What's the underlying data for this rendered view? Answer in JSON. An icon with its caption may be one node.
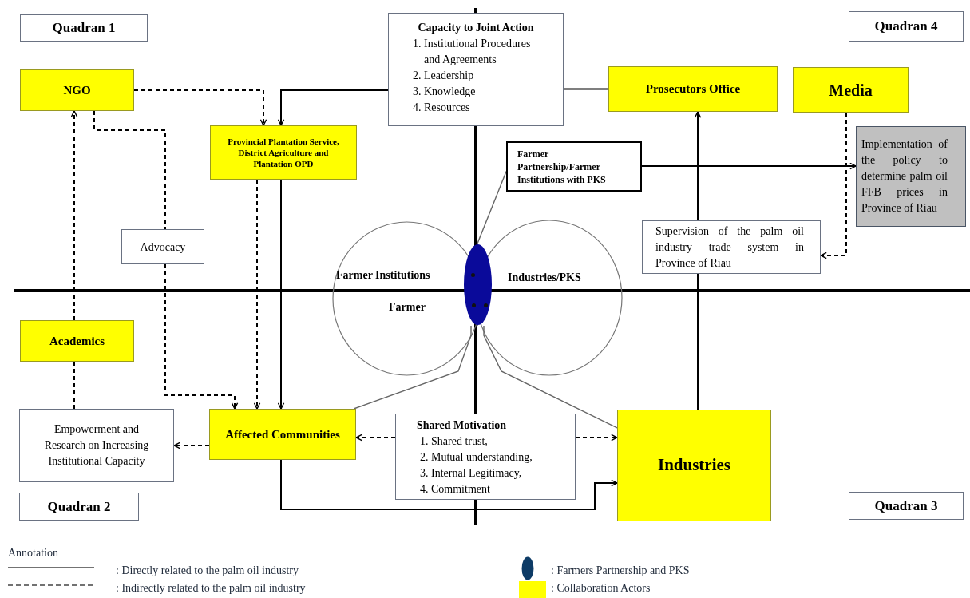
{
  "diagram": {
    "nodes": [
      {
        "text": [
          "Quadran 1"
        ]
      },
      {
        "text": [
          "Capacity to Joint Action",
          "1. Institutional Procedures and Agreements",
          "2. Leadership",
          "3. Knowledge",
          "4. Resources"
        ]
      },
      {
        "text": [
          "Quadran 4"
        ]
      },
      {
        "text": [
          "NGO"
        ]
      },
      {
        "text": [
          "Prosecutors Office"
        ]
      },
      {
        "text": [
          "Media"
        ]
      },
      {
        "text": [
          "Provincial Plantation Service, District Agriculture and Plantation OPD"
        ]
      },
      {
        "text": [
          "Farmer Partnership/Farmer Institutions with PKS"
        ]
      },
      {
        "text": [
          "Implementation of the policy to determine palm oil FFB prices in Province of Riau"
        ]
      },
      {
        "text": [
          "Advocacy"
        ]
      },
      {
        "text": [
          "Supervision of the palm oil industry trade system in Province of Riau"
        ]
      },
      {
        "text": [],
        "shape": "ellipse"
      },
      {
        "text": [
          "Academics"
        ]
      },
      {
        "text": [
          "Empowerment and Research on Increasing Institutional Capacity"
        ]
      },
      {
        "text": [
          "Affected Communities"
        ]
      },
      {
        "text": [
          "Shared Motivation",
          "1. Shared trust,",
          "2. Mutual understanding,",
          "3. Internal Legitimacy,",
          "4. Commitment"
        ]
      },
      {
        "text": [
          "Industries"
        ]
      },
      {
        "text": [
          "Quadran 2"
        ]
      },
      {
        "text": [
          "Quadran 3"
        ]
      }
    ],
    "edges": [
      {
        "from": 1,
        "to": 6,
        "arrow": "to"
      },
      {
        "from": 1,
        "to": 4,
        "arrow": "none"
      },
      {
        "from": 3,
        "to": 6,
        "arrow": "to",
        "style": "dashed"
      },
      {
        "from": 3,
        "to": 9,
        "arrow": "none",
        "style": "dashed"
      },
      {
        "from": 9,
        "to": 14,
        "arrow": "to",
        "style": "dashed"
      },
      {
        "from": 12,
        "to": 3,
        "arrow": "to",
        "style": "dashed"
      },
      {
        "from": 12,
        "to": 13,
        "arrow": "none",
        "style": "dashed"
      },
      {
        "from": 6,
        "to": 14,
        "arrow": "to",
        "style": "dashed"
      },
      {
        "from": 6,
        "to": 14,
        "arrow": "to"
      },
      {
        "from": 14,
        "to": 13,
        "arrow": "to",
        "style": "dashed"
      },
      {
        "from": 15,
        "to": 14,
        "arrow": "to",
        "style": "dashed"
      },
      {
        "from": 15,
        "to": 16,
        "arrow": "to",
        "style": "dashed"
      },
      {
        "from": 14,
        "to": 16,
        "arrow": "to"
      },
      {
        "from": 16,
        "to": 10,
        "arrow": "none"
      },
      {
        "from": 10,
        "to": 4,
        "arrow": "to"
      },
      {
        "from": 7,
        "to": 8,
        "arrow": "to"
      },
      {
        "from": 5,
        "to": 10,
        "arrow": "to",
        "style": "dashed"
      },
      {
        "from": 11,
        "to": 7,
        "arrow": "none",
        "color": "#666666"
      },
      {
        "from": 11,
        "to": 14,
        "arrow": "none",
        "color": "#666666"
      },
      {
        "from": 11,
        "to": 16,
        "arrow": "none",
        "color": "#666666"
      }
    ],
    "labels": [
      "Farmer Institutions",
      "Industries/PKS",
      "Farmer",
      "Annotation"
    ],
    "legend": [
      {
        "text": ": Directly related to the palm oil industry"
      },
      {
        "text": ": Indirectly related to the palm oil industry"
      },
      {
        "text": ": Farmers Partnership and PKS"
      },
      {
        "text": ": Collaboration Actors",
        "color": "#ffff00"
      }
    ]
  }
}
